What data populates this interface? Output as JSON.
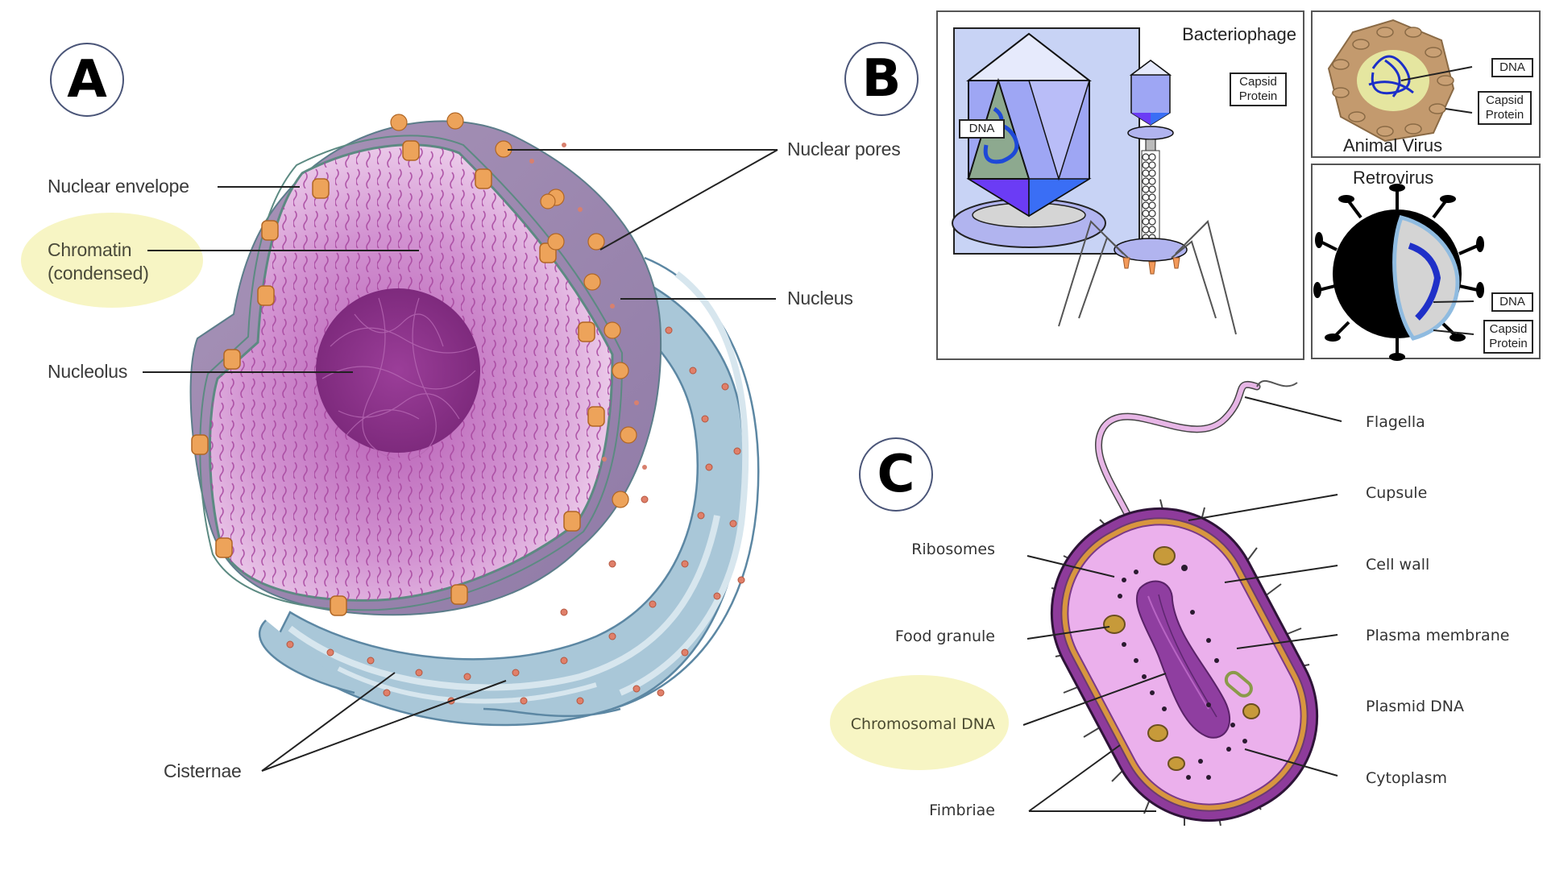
{
  "panels": {
    "a": {
      "badge": "A",
      "labels": {
        "nuclear_envelope": "Nuclear envelope",
        "chromatin": "Chromatin",
        "chromatin_sub": "(condensed)",
        "nucleolus": "Nucleolus",
        "nuclear_pores": "Nuclear pores",
        "nucleus": "Nucleus",
        "cisternae": "Cisternae"
      },
      "highlighted": "chromatin",
      "colors": {
        "highlight": "#f7f5c4",
        "nucleoplasm": "#d99ad6",
        "nucleolus": "#8e2d8c",
        "er": "#a9c7d8",
        "pore": "#e8944a"
      }
    },
    "b": {
      "badge": "B",
      "bacteriophage": {
        "title": "Bacteriophage",
        "dna_tag": "DNA",
        "capsid_tag_1": "Capsid",
        "capsid_tag_2": "Protein"
      },
      "animal_virus": {
        "title": "Animal Virus",
        "dna_tag": "DNA",
        "capsid_tag_1": "Capsid",
        "capsid_tag_2": "Protein"
      },
      "retrovirus": {
        "title": "Retrovirus",
        "dna_tag": "DNA",
        "capsid_tag_1": "Capsid",
        "capsid_tag_2": "Protein"
      }
    },
    "c": {
      "badge": "C",
      "left_labels": {
        "ribosomes": "Ribosomes",
        "food_granule": "Food granule",
        "chromosomal_dna": "Chromosomal DNA",
        "fimbriae": "Fimbriae"
      },
      "right_labels": {
        "flagella": "Flagella",
        "capsule": "Cupsule",
        "cell_wall": "Cell wall",
        "plasma_membrane": "Plasma membrane",
        "plasmid_dna": "Plasmid DNA",
        "cytoplasm": "Cytoplasm"
      },
      "highlighted": "chromosomal_dna"
    }
  }
}
